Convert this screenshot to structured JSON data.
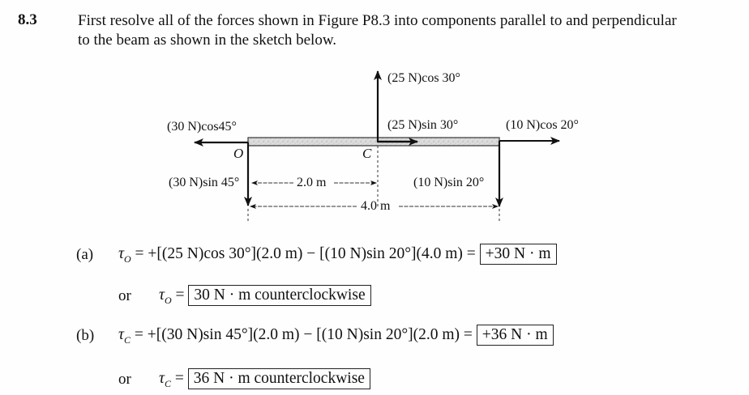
{
  "problem": {
    "number": "8.3",
    "intro_line1": "First resolve all of the forces shown in Figure P8.3 into components parallel to and perpendicular",
    "intro_line2": "to the beam as shown in the sketch below."
  },
  "figure": {
    "force_labels": {
      "f25_cos30": "(25 N)cos 30°",
      "f30_cos45": "(30 N)cos45°",
      "f25_sin30": "(25 N)sin 30°",
      "f10_cos20": "(10 N)cos 20°",
      "f30_sin45": "(30 N)sin 45°",
      "f10_sin20": "(10 N)sin 20°"
    },
    "points": {
      "o": "O",
      "c": "C"
    },
    "dimensions": {
      "d1": "2.0 m",
      "d2": "4.0 m"
    },
    "colors": {
      "ink": "#111111",
      "beam_fill": "#d4d4d4"
    }
  },
  "solution": {
    "part_a": {
      "label": "(a)",
      "tau": "τ",
      "sub": "O",
      "expr": "= +[(25 N)cos 30°](2.0 m) − [(10 N)sin 20°](4.0 m) =",
      "result": "+30 N · m",
      "or_label": "or",
      "alt_eq": "=",
      "alt_result": "30 N · m counterclockwise"
    },
    "part_b": {
      "label": "(b)",
      "tau": "τ",
      "sub": "C",
      "expr": "= +[(30 N)sin 45°](2.0 m) − [(10 N)sin 20°](2.0 m) =",
      "result": "+36 N · m",
      "or_label": "or",
      "alt_eq": "=",
      "alt_result": "36 N · m counterclockwise"
    }
  }
}
